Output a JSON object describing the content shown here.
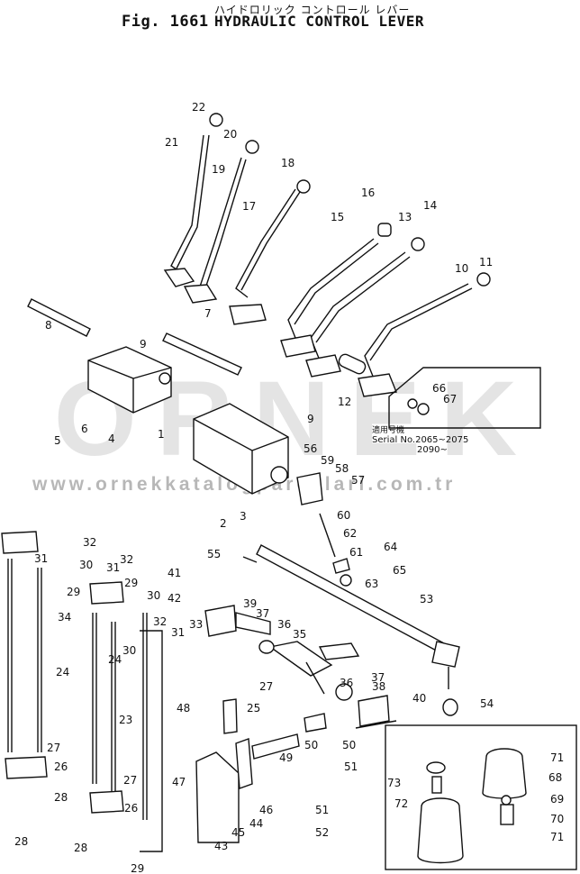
{
  "header": {
    "figure_label": "Fig. 1661",
    "title_jp": "ハイドロリック コントロール レバー",
    "title_en": "HYDRAULIC CONTROL LEVER"
  },
  "watermark": {
    "text": "ORNEK",
    "url": "www.ornekkatalogparcalari.com.tr"
  },
  "serial_note": {
    "label_jp": "適用号機",
    "line1": "Serial No.2065~2075",
    "line2": "2090~"
  },
  "callouts": [
    "1",
    "2",
    "3",
    "4",
    "5",
    "6",
    "7",
    "8",
    "9",
    "9",
    "10",
    "11",
    "12",
    "13",
    "14",
    "15",
    "16",
    "17",
    "18",
    "19",
    "20",
    "21",
    "22",
    "23",
    "24",
    "24",
    "25",
    "26",
    "26",
    "27",
    "27",
    "27",
    "28",
    "28",
    "28",
    "29",
    "29",
    "29",
    "30",
    "30",
    "30",
    "31",
    "31",
    "31",
    "32",
    "32",
    "32",
    "33",
    "34",
    "35",
    "36",
    "36",
    "37",
    "37",
    "38",
    "39",
    "40",
    "41",
    "42",
    "43",
    "44",
    "45",
    "46",
    "47",
    "48",
    "49",
    "50",
    "50",
    "51",
    "51",
    "52",
    "53",
    "54",
    "55",
    "56",
    "57",
    "58",
    "59",
    "60",
    "61",
    "62",
    "63",
    "64",
    "65",
    "66",
    "67",
    "68",
    "69",
    "70",
    "71",
    "71",
    "72",
    "73"
  ]
}
